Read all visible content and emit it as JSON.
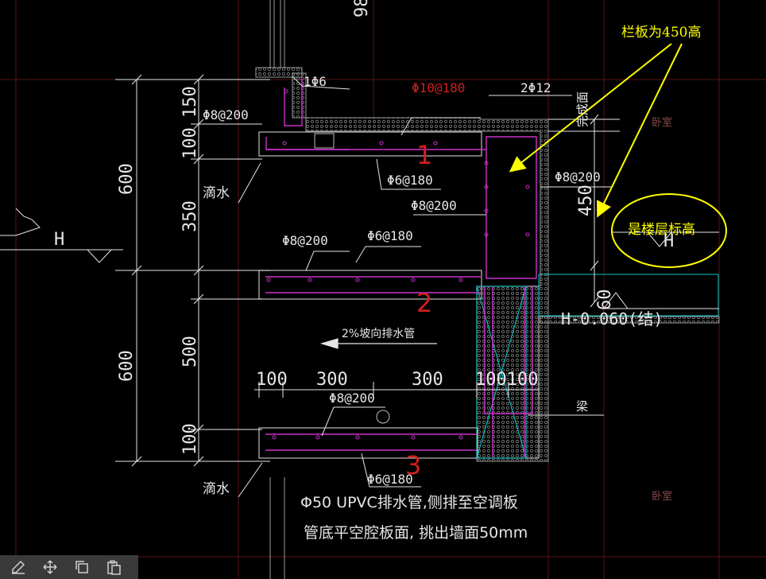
{
  "notes": {
    "railing": "栏板为450高",
    "floor_level": "是楼层标高"
  },
  "labels": {
    "dim_98": "98",
    "dim_150": "150",
    "dim_100a": "100",
    "dim_350": "350",
    "dim_600a": "600",
    "dim_600b": "600",
    "dim_500": "500",
    "dim_100b": "100",
    "dim_450": "450",
    "dim_60": "60",
    "bot_100a": "100",
    "bot_300a": "300",
    "bot_300b": "300",
    "bot_100100": "100100",
    "rebar_1phi6": "1Φ6",
    "rebar_phi10_180": "Φ10@180",
    "rebar_2phi12": "2Φ12",
    "rebar_phi8_200_a": "Φ8@200",
    "rebar_phi6_180_a": "Φ6@180",
    "rebar_phi8_200_b": "Φ8@200",
    "rebar_phi8_200_c": "Φ8@200",
    "rebar_phi8_200_d": "Φ8@200",
    "rebar_phi6_180_b": "Φ6@180",
    "rebar_phi8_200_e": "Φ8@200",
    "rebar_phi6_180_c": "Φ6@180",
    "finish_face": "完成面",
    "drip_a": "滴水",
    "drip_b": "滴水",
    "level_H": "H",
    "level_H2": "H",
    "level_h060": "H-0.060(结)",
    "slope": "2%坡向排水管",
    "beam": "梁",
    "bedroom_a": "卧室",
    "bedroom_b": "卧室",
    "pipe_note_1": "Φ50 UPVC排水管,侧排至空调板",
    "pipe_note_2": "管底平空腔板面, 挑出墙面50mm",
    "num_1": "1",
    "num_2": "2",
    "num_3": "3"
  },
  "colors": {
    "magenta": "#c832c8",
    "yellow": "#ffff00",
    "red": "#d21e1e",
    "cyan": "#00c8c8",
    "dim": "#e6e6e6"
  },
  "toolbar": {
    "icons": [
      "edit-icon",
      "move-icon",
      "copy-icon",
      "paste-icon"
    ]
  }
}
